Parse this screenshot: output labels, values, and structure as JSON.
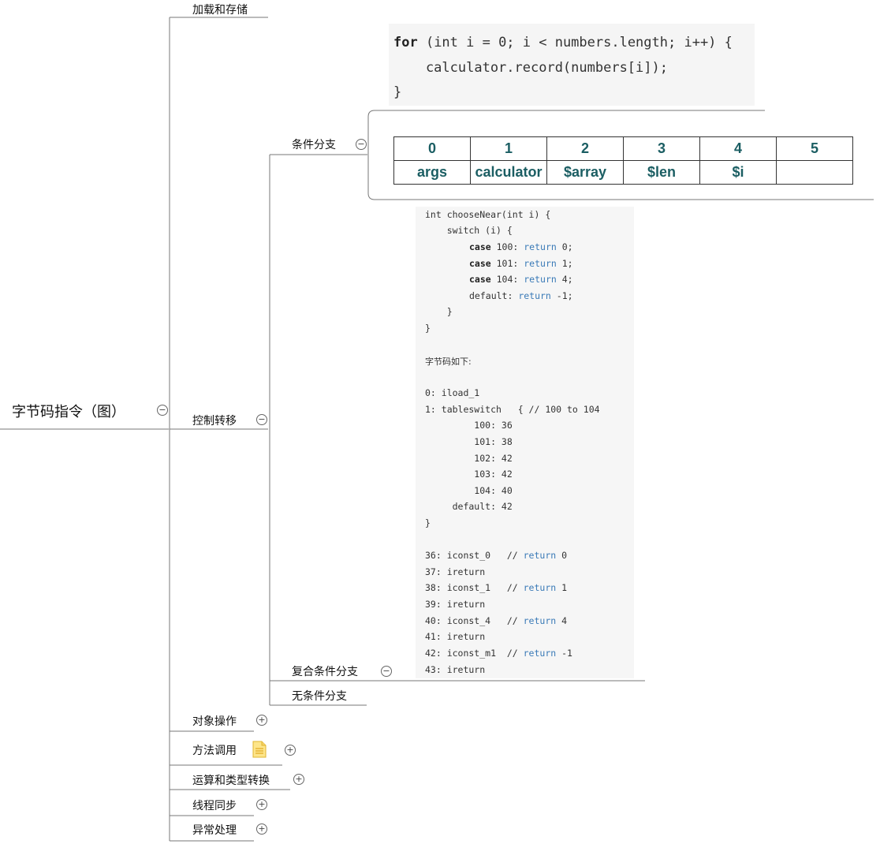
{
  "root": {
    "label": "字节码指令（图）",
    "toggle": "−"
  },
  "branches": {
    "load_store": "加载和存储",
    "control_transfer": {
      "label": "控制转移",
      "toggle": "−"
    },
    "conditional": {
      "label": "条件分支",
      "toggle": "−"
    },
    "compound_conditional": {
      "label": "复合条件分支",
      "toggle": "−"
    },
    "unconditional": "无条件分支",
    "object_ops": {
      "label": "对象操作",
      "toggle": "+"
    },
    "method_invoke": {
      "label": "方法调用",
      "toggle": "+"
    },
    "arith_convert": {
      "label": "运算和类型转换",
      "toggle": "+"
    },
    "thread_sync": {
      "label": "线程同步",
      "toggle": "+"
    },
    "exception": {
      "label": "异常处理",
      "toggle": "+"
    }
  },
  "code_loop": {
    "kw_for": "for",
    "line1_rest": " (int i = 0; i < numbers.length; i++) {",
    "line2": "    calculator.record(numbers[i]);",
    "line3": "}"
  },
  "local_var_table": {
    "indices": [
      "0",
      "1",
      "2",
      "3",
      "4",
      "5"
    ],
    "names": [
      "args",
      "calculator",
      "$array",
      "$len",
      "$i",
      ""
    ]
  },
  "code_switch": {
    "l1": "int chooseNear(int i) {",
    "l2": "    switch (i) {",
    "c1_kw": "case",
    "c1_mid": " 100: ",
    "c1_ret": "return",
    "c1_end": " 0;",
    "c2_kw": "case",
    "c2_mid": " 101: ",
    "c2_ret": "return",
    "c2_end": " 1;",
    "c3_kw": "case",
    "c3_mid": " 104: ",
    "c3_ret": "return",
    "c3_end": " 4;",
    "d_a": "default: ",
    "d_ret": "return",
    "d_end": " -1;",
    "l7": "    }",
    "l8": "}",
    "bc_heading": "字节码如下:",
    "b1": "0: iload_1",
    "b2": "1: tableswitch   { // 100 to 104",
    "b3": "         100: 36",
    "b4": "         101: 38",
    "b5": "         102: 42",
    "b6": "         103: 42",
    "b7": "         104: 40",
    "b8": "     default: 42",
    "b9": "}",
    "r1a": "36: iconst_0   // ",
    "r1r": "return",
    "r1b": " 0",
    "r2": "37: ireturn",
    "r3a": "38: iconst_1   // ",
    "r3r": "return",
    "r3b": " 1",
    "r4": "39: ireturn",
    "r5a": "40: iconst_4   // ",
    "r5r": "return",
    "r5b": " 4",
    "r6": "41: ireturn",
    "r7a": "42: iconst_m1  // ",
    "r7r": "return",
    "r7b": " -1",
    "r8": "43: ireturn"
  },
  "icons": {
    "note": "note-icon"
  },
  "colors": {
    "line": "#777777",
    "table_text": "#1b5e63",
    "keyword_blue": "#3a7ab7",
    "code_bg": "#f5f5f5"
  }
}
